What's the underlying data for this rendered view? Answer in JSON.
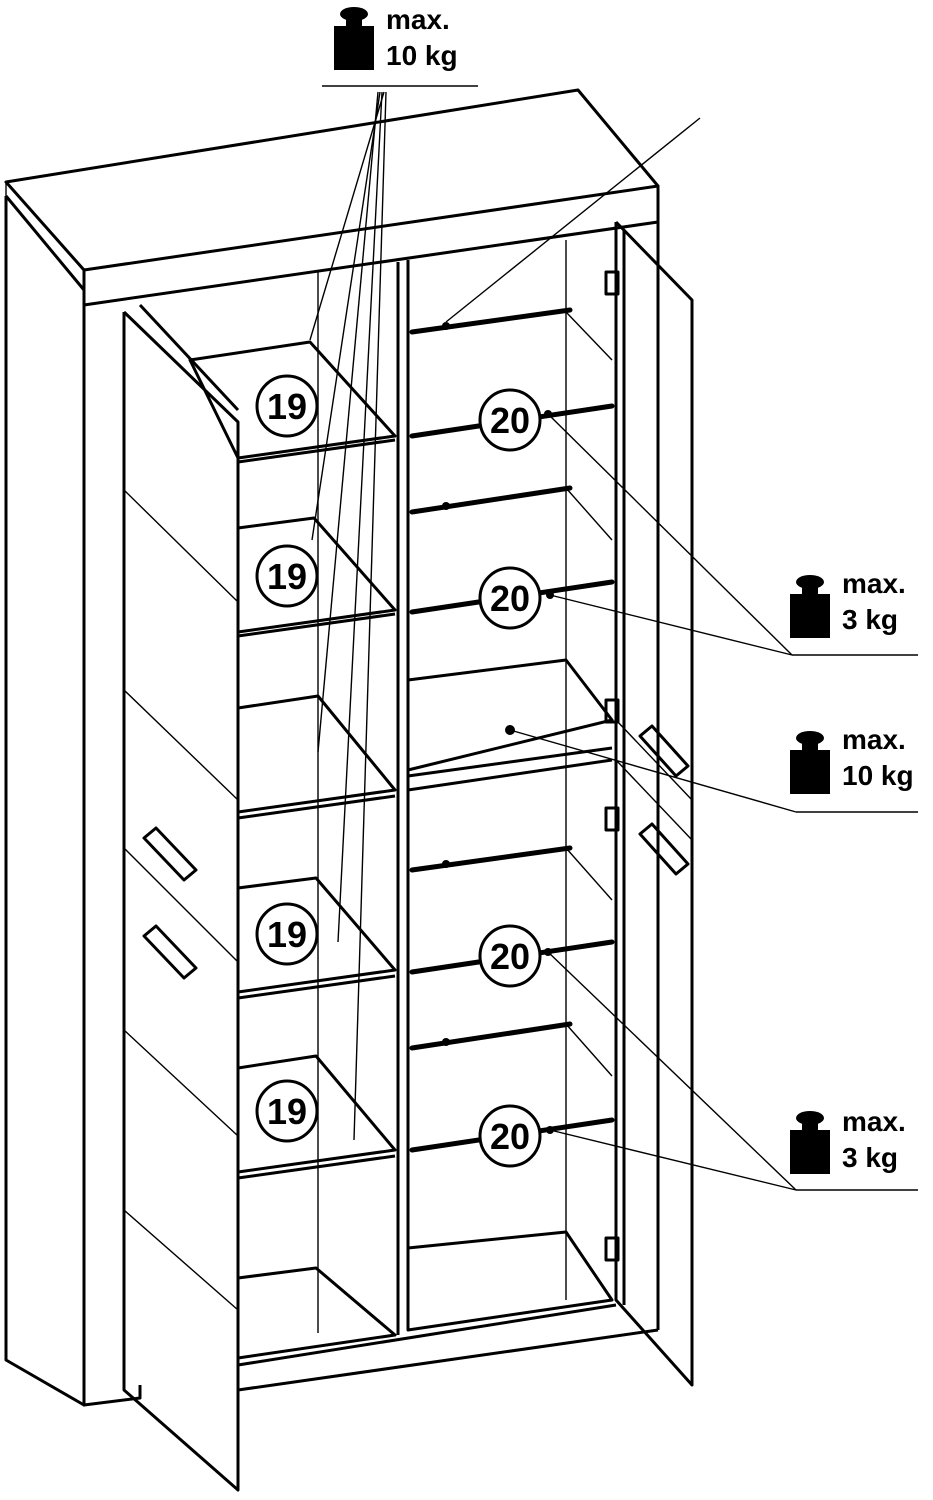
{
  "weight_labels": [
    {
      "line1": "max.",
      "line2": "10 kg"
    },
    {
      "line1": "max.",
      "line2": "3 kg"
    },
    {
      "line1": "max.",
      "line2": "10 kg"
    },
    {
      "line1": "max.",
      "line2": "3 kg"
    }
  ],
  "callouts": {
    "glass_shelf": "19",
    "rod": "20"
  },
  "icons": {
    "weight": "weight-icon"
  },
  "colors": {
    "line": "#000000",
    "background": "#ffffff"
  }
}
